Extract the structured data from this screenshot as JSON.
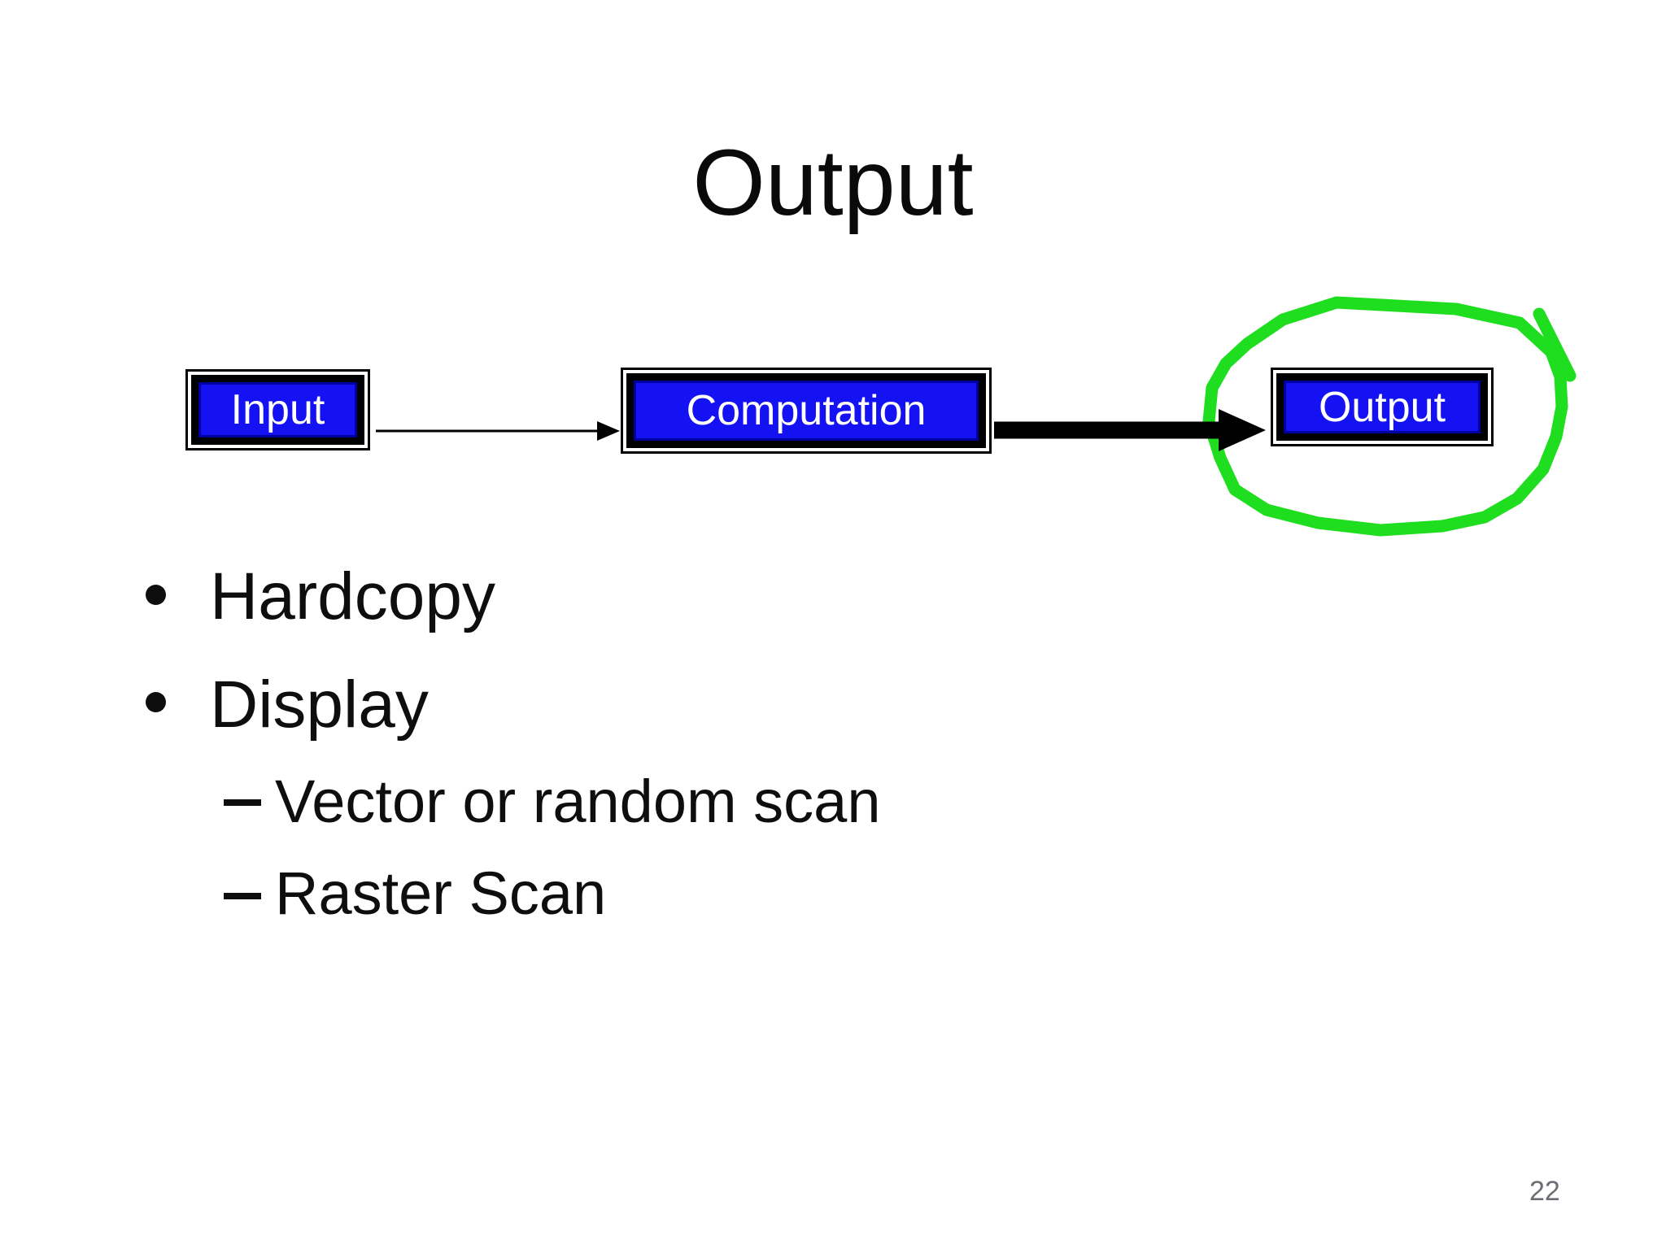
{
  "slide": {
    "title": "Output",
    "page_number": "22",
    "diagram": {
      "nodes": [
        {
          "label": "Input"
        },
        {
          "label": "Computation"
        },
        {
          "label": "Output"
        }
      ],
      "flow": "Input -> Computation -> Output",
      "annotation": "hand-drawn green circle around Output box"
    },
    "bullets": [
      {
        "level": 1,
        "text": "Hardcopy"
      },
      {
        "level": 1,
        "text": "Display"
      },
      {
        "level": 2,
        "text": "Vector or random scan"
      },
      {
        "level": 2,
        "text": "Raster Scan"
      }
    ],
    "colors": {
      "box_fill": "#1412f2",
      "box_inner_border": "#0000a0",
      "box_frame": "#000000",
      "box_text": "#ffffff",
      "annotation_green": "#1fdd1f",
      "body_text": "#0e0e0e",
      "page_number_gray": "#6d6d75",
      "background": "#ffffff"
    }
  }
}
